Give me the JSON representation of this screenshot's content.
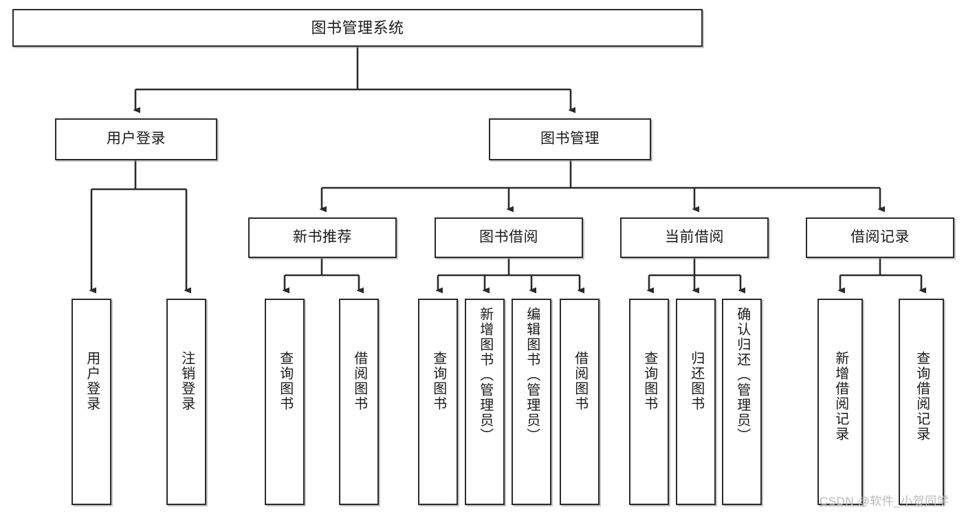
{
  "diagram": {
    "title": "图书管理系统",
    "type": "tree-hierarchy-chart",
    "colors": {
      "box_border": "#2b2b2b",
      "box_fill": "#ffffff",
      "connector": "#2b2b2b",
      "watermark": "#b9b9b9",
      "background": "#ffffff"
    },
    "nodes": {
      "root": {
        "label": "图书管理系统"
      },
      "level2": [
        {
          "id": "user-login",
          "label": "用户登录"
        },
        {
          "id": "book-manage",
          "label": "图书管理"
        }
      ],
      "level3": [
        {
          "id": "new-book-recommend",
          "label": "新书推荐"
        },
        {
          "id": "book-borrow",
          "label": "图书借阅"
        },
        {
          "id": "current-borrow",
          "label": "当前借阅"
        },
        {
          "id": "borrow-record",
          "label": "借阅记录"
        }
      ],
      "leaves": {
        "user-login": [
          {
            "id": "leaf-user-login",
            "label": "用户登录"
          },
          {
            "id": "leaf-logout-login",
            "label": "注销登录"
          }
        ],
        "new-book-recommend": [
          {
            "id": "leaf-query-book-1",
            "label": "查询图书"
          },
          {
            "id": "leaf-borrow-book-1",
            "label": "借阅图书"
          }
        ],
        "book-borrow": [
          {
            "id": "leaf-query-book-2",
            "label": "查询图书"
          },
          {
            "id": "leaf-add-book",
            "label": "新增图书（管理员）"
          },
          {
            "id": "leaf-edit-book",
            "label": "编辑图书（管理员）"
          },
          {
            "id": "leaf-borrow-book-2",
            "label": "借阅图书"
          }
        ],
        "current-borrow": [
          {
            "id": "leaf-query-book-3",
            "label": "查询图书"
          },
          {
            "id": "leaf-return-book",
            "label": "归还图书"
          },
          {
            "id": "leaf-confirm-return",
            "label": "确认归还（管理员）"
          }
        ],
        "borrow-record": [
          {
            "id": "leaf-add-record",
            "label": "新增借阅记录"
          },
          {
            "id": "leaf-query-record",
            "label": "查询借阅记录"
          }
        ]
      }
    },
    "watermark": "CSDN @软件_小贺同学"
  }
}
